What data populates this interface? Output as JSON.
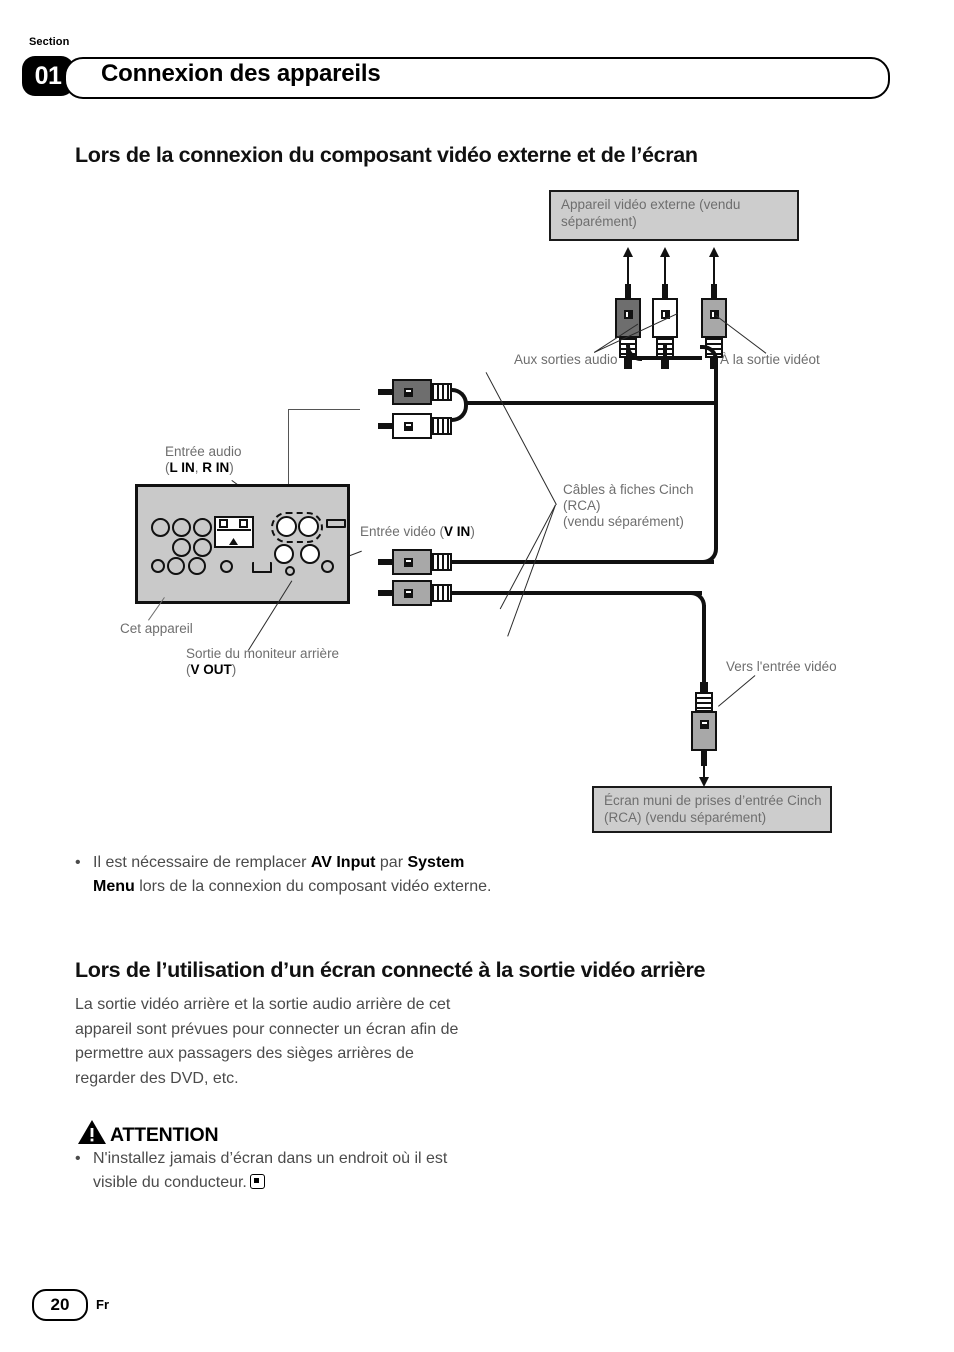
{
  "header": {
    "section_label": "Section",
    "section_number": "01",
    "chapter_title": "Connexion des appareils"
  },
  "headings": {
    "first": "Lors de la connexion du composant vidéo externe et de l’écran",
    "second": "Lors de l’utilisation d’un écran connecté à la sortie vidéo arrière"
  },
  "diagram": {
    "boxes": {
      "external_video_device": "Appareil vidéo externe (vendu séparément)",
      "monitor_with_rca": "Écran muni de prises d’entrée Cinch (RCA) (vendu séparément)"
    },
    "labels": {
      "audio_outputs": "Aux sorties audio",
      "video_output": "À la sortie vidéot",
      "audio_input": "Entrée audio",
      "audio_input_sub": "(L IN, R IN)",
      "video_input": "Entrée vidéo (V IN)",
      "rca_cables": "Câbles à fiches Cinch (RCA) (vendu séparément)",
      "rca_cables_l1": "Câbles à fiches Cinch",
      "rca_cables_l2": "(RCA)",
      "rca_cables_l3": "(vendu séparément)",
      "this_unit": "Cet appareil",
      "rear_monitor_output": "Sortie du moniteur arrière",
      "rear_monitor_output_sub": "(V OUT)",
      "to_video_input": "Vers l'entrée vidéo"
    }
  },
  "notes": {
    "bullet_1_pre": "Il est nécessaire de remplacer ",
    "bullet_1_b1": "AV Input",
    "bullet_1_mid": " par ",
    "bullet_1_b2": "System Menu",
    "bullet_1_post": " lors de la connexion du composant vidéo externe.",
    "bullet_marker": "•"
  },
  "rear_output_paragraph": "La sortie vidéo arrière et la sortie audio arrière de cet appareil sont prévues pour connecter un écran afin de permettre aux passagers des sièges arrières de regarder des DVD, etc.",
  "warning": {
    "title": "ATTENTION",
    "bullet_marker": "•",
    "text": "N'installez jamais d’écran dans un endroit où il est visible du conducteur."
  },
  "footer": {
    "page_number": "20",
    "language": "Fr"
  },
  "colors": {
    "box_fill": "#cdcdcd",
    "label_gray": "#6e6e6e",
    "ink": "#111111",
    "plug_red": "#6e6e6e",
    "plug_white": "#ffffff",
    "plug_video": "#a8a8a8"
  }
}
